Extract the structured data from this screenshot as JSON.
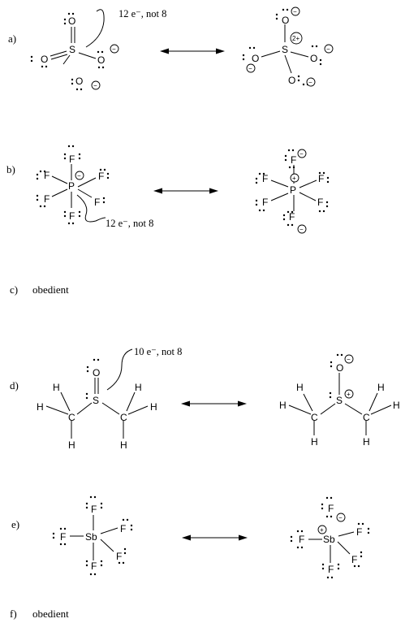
{
  "labels": {
    "a": "a)",
    "b": "b)",
    "c": "c)",
    "d": "d)",
    "e": "e)",
    "f": "f)"
  },
  "notes": {
    "a": "12 e⁻, not 8",
    "b": "12 e⁻, not 8",
    "c": "obedient",
    "d": "10 e⁻, not 8",
    "f": "obedient"
  },
  "atoms": {
    "S": "S",
    "O": "O",
    "P": "P",
    "F": "F",
    "C": "C",
    "H": "H",
    "Sb": "Sb"
  },
  "charges": {
    "minus": "−",
    "plus": "+",
    "two_plus": "2+"
  }
}
